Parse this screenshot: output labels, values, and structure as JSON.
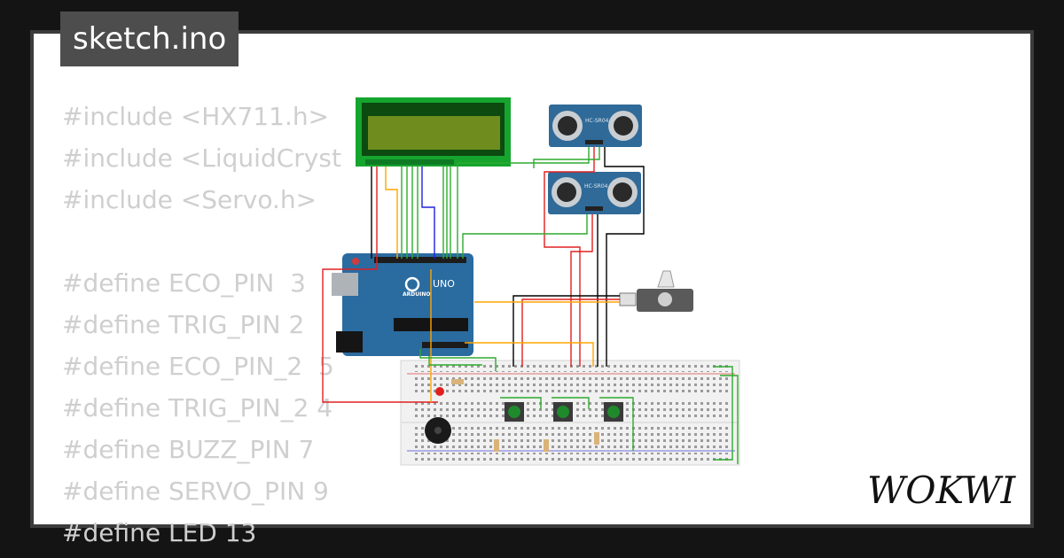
{
  "title": "sketch.ino",
  "code_lines": [
    "#include <HX711.h>",
    "#include <LiquidCryst",
    "#include <Servo.h>",
    "",
    "#define ECO_PIN  3",
    "#define TRIG_PIN 2",
    "#define ECO_PIN_2  5",
    "#define TRIG_PIN_2 4",
    "#define BUZZ_PIN 7",
    "#define SERVO_PIN 9",
    "#define LED 13"
  ],
  "board": {
    "brand": "ARDUINO",
    "model": "UNO"
  },
  "sensor_label": "HC-SR04",
  "logo_text": "WOKWI",
  "colors": {
    "background": "#141414",
    "card": "#ffffff",
    "code": "#cfcfcf",
    "tab": "#4d4d4d",
    "board": "#2a6ba0",
    "lcd_pcb": "#15a52e",
    "lcd_screen": "#6f8d1e",
    "sensor": "#2f6a98"
  }
}
